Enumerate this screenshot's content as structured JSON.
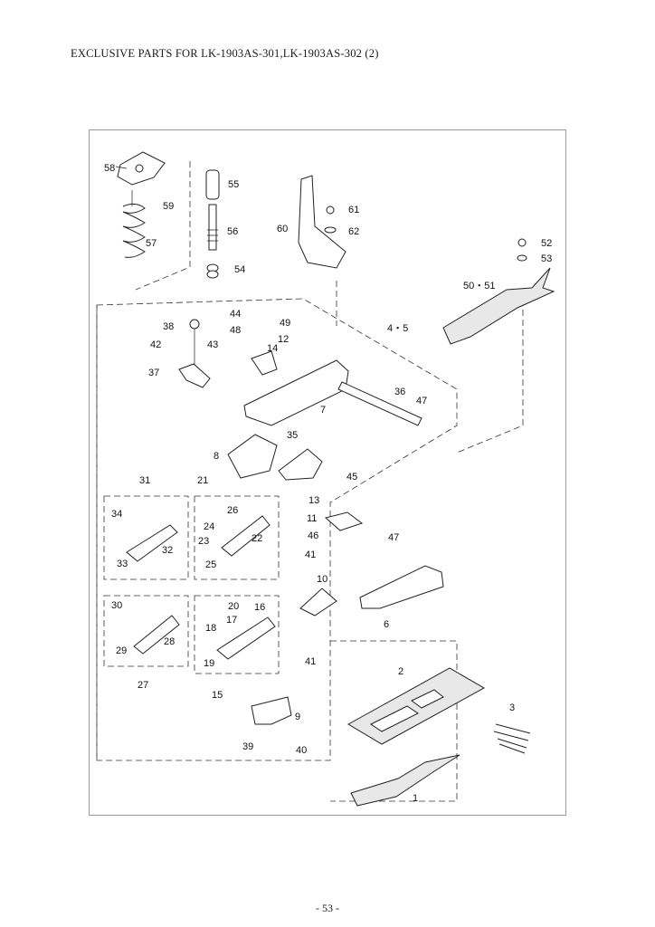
{
  "header": {
    "title": "EXCLUSIVE PARTS FOR LK-1903AS-301,LK-1903AS-302 (2)"
  },
  "footer": {
    "page": "- 53 -"
  },
  "callouts": [
    "58",
    "59",
    "55",
    "56",
    "57",
    "54",
    "60",
    "61",
    "62",
    "52",
    "53",
    "50・51",
    "44",
    "48",
    "49",
    "12",
    "14",
    "4・5",
    "38",
    "42",
    "43",
    "37",
    "36",
    "47",
    "7",
    "8",
    "35",
    "45",
    "13",
    "11",
    "46",
    "47",
    "31",
    "21",
    "26",
    "24",
    "23",
    "22",
    "41",
    "34",
    "32",
    "33",
    "25",
    "10",
    "6",
    "30",
    "20",
    "16",
    "18",
    "17",
    "28",
    "29",
    "19",
    "41",
    "27",
    "15",
    "2",
    "3",
    "9",
    "39",
    "40",
    "1"
  ]
}
